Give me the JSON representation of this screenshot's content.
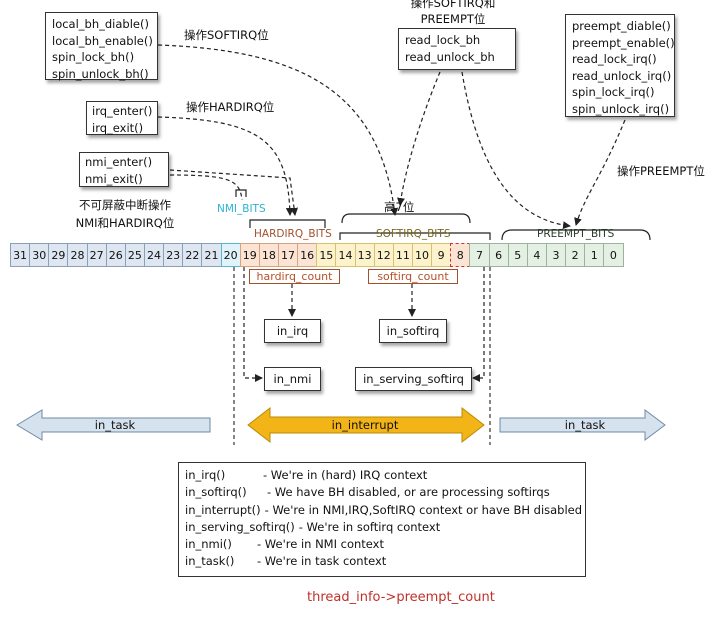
{
  "top_left_box": [
    "local_bh_diable()",
    "local_bh_enable()",
    "spin_lock_bh()",
    "spin_unlock_bh()"
  ],
  "label_softirq_op": "操作SOFTIRQ位",
  "irq_box": [
    "irq_enter()",
    "irq_exit()"
  ],
  "label_hardirq_op": "操作HARDIRQ位",
  "nmi_box": [
    "nmi_enter()",
    "nmi_exit()"
  ],
  "label_nmi_mask": [
    "不可屏蔽中断操作",
    "NMI和HARDIRQ位"
  ],
  "top_center_label": [
    "操作SOFTIRQ和",
    "PREEMPT位"
  ],
  "top_center_box": [
    "read_lock_bh",
    "read_unlock_bh"
  ],
  "top_right_box": [
    "preempt_diable()",
    "preempt_enable()",
    "read_lock_irq()",
    "read_unlock_irq()",
    "spin_lock_irq()",
    "spin_unlock_irq()"
  ],
  "label_preempt_op": "操作PREEMPT位",
  "label_high7": "高7位",
  "field_labels": {
    "nmi_bits": "NMI_BITS",
    "hardirq_bits": "HARDIRQ_BITS",
    "softirq_bits": "SOFTIRQ_BITS",
    "preempt_bits": "PREEMPT_BITS"
  },
  "bits": [
    "31",
    "30",
    "29",
    "28",
    "27",
    "26",
    "25",
    "24",
    "23",
    "22",
    "21",
    "20",
    "19",
    "18",
    "17",
    "16",
    "15",
    "14",
    "13",
    "12",
    "11",
    "10",
    "9",
    "8",
    "7",
    "6",
    "5",
    "4",
    "3",
    "2",
    "1",
    "0"
  ],
  "hardirq_count": "hardirq_count",
  "softirq_count": "softirq_count",
  "in_irq": "in_irq",
  "in_softirq": "in_softirq",
  "in_nmi": "in_nmi",
  "in_serving_softirq": "in_serving_softirq",
  "arrows": {
    "in_task_left": "in_task",
    "in_interrupt": "in_interrupt",
    "in_task_right": "in_task"
  },
  "legend": [
    {
      "fn": "in_irq()",
      "desc": "- We're in (hard) IRQ context"
    },
    {
      "fn": "in_softirq()",
      "desc": "- We have BH disabled, or are processing softirqs"
    },
    {
      "fn": "in_interrupt()",
      "desc": "- We're in NMI,IRQ,SoftIRQ context or have BH disabled"
    },
    {
      "fn": "in_serving_softirq()",
      "desc": "- We're in softirq context"
    },
    {
      "fn": "in_nmi()",
      "desc": "- We're in NMI context"
    },
    {
      "fn": "in_task()",
      "desc": "- We're in task context"
    }
  ],
  "caption": "thread_info->preempt_count",
  "colors": {
    "caption": "#c0302a",
    "interrupt_arrow": "#f2b416",
    "task_arrow": "#d6e2ee"
  }
}
